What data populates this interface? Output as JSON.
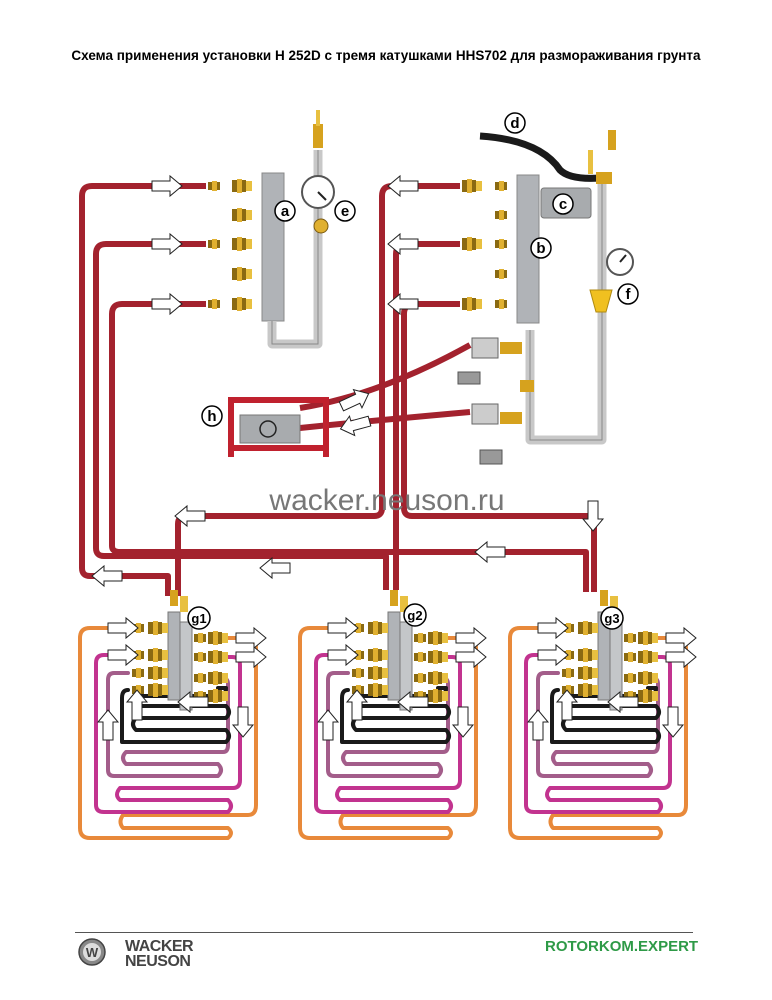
{
  "title": "Схема применения установки H 252D с тремя катушками HHS702 для размораживания грунта",
  "watermark": "wacker.neuson.ru",
  "labels": {
    "a": "a",
    "b": "b",
    "c": "c",
    "d": "d",
    "e": "e",
    "f": "f",
    "h": "h",
    "g1": "g1",
    "g2": "g2",
    "g3": "g3"
  },
  "colors": {
    "supply_hose": "#a3222e",
    "coil_outer": "#e8893a",
    "coil_magenta": "#c2338f",
    "coil_mauve": "#a35d8a",
    "coil_inner": "#1a1a1a",
    "manifold": "#b0b3b7",
    "brass": "#d6a21e",
    "footer_site": "#2e9a47"
  },
  "footer": {
    "brand_line1": "WACKER",
    "brand_line2": "NEUSON",
    "site": "ROTORKOM.EXPERT"
  },
  "icons": [
    "wacker-neuson-logo-icon",
    "pressure-gauge-icon",
    "flow-arrow-icon",
    "pump-icon",
    "filter-icon",
    "ball-valve-icon"
  ]
}
